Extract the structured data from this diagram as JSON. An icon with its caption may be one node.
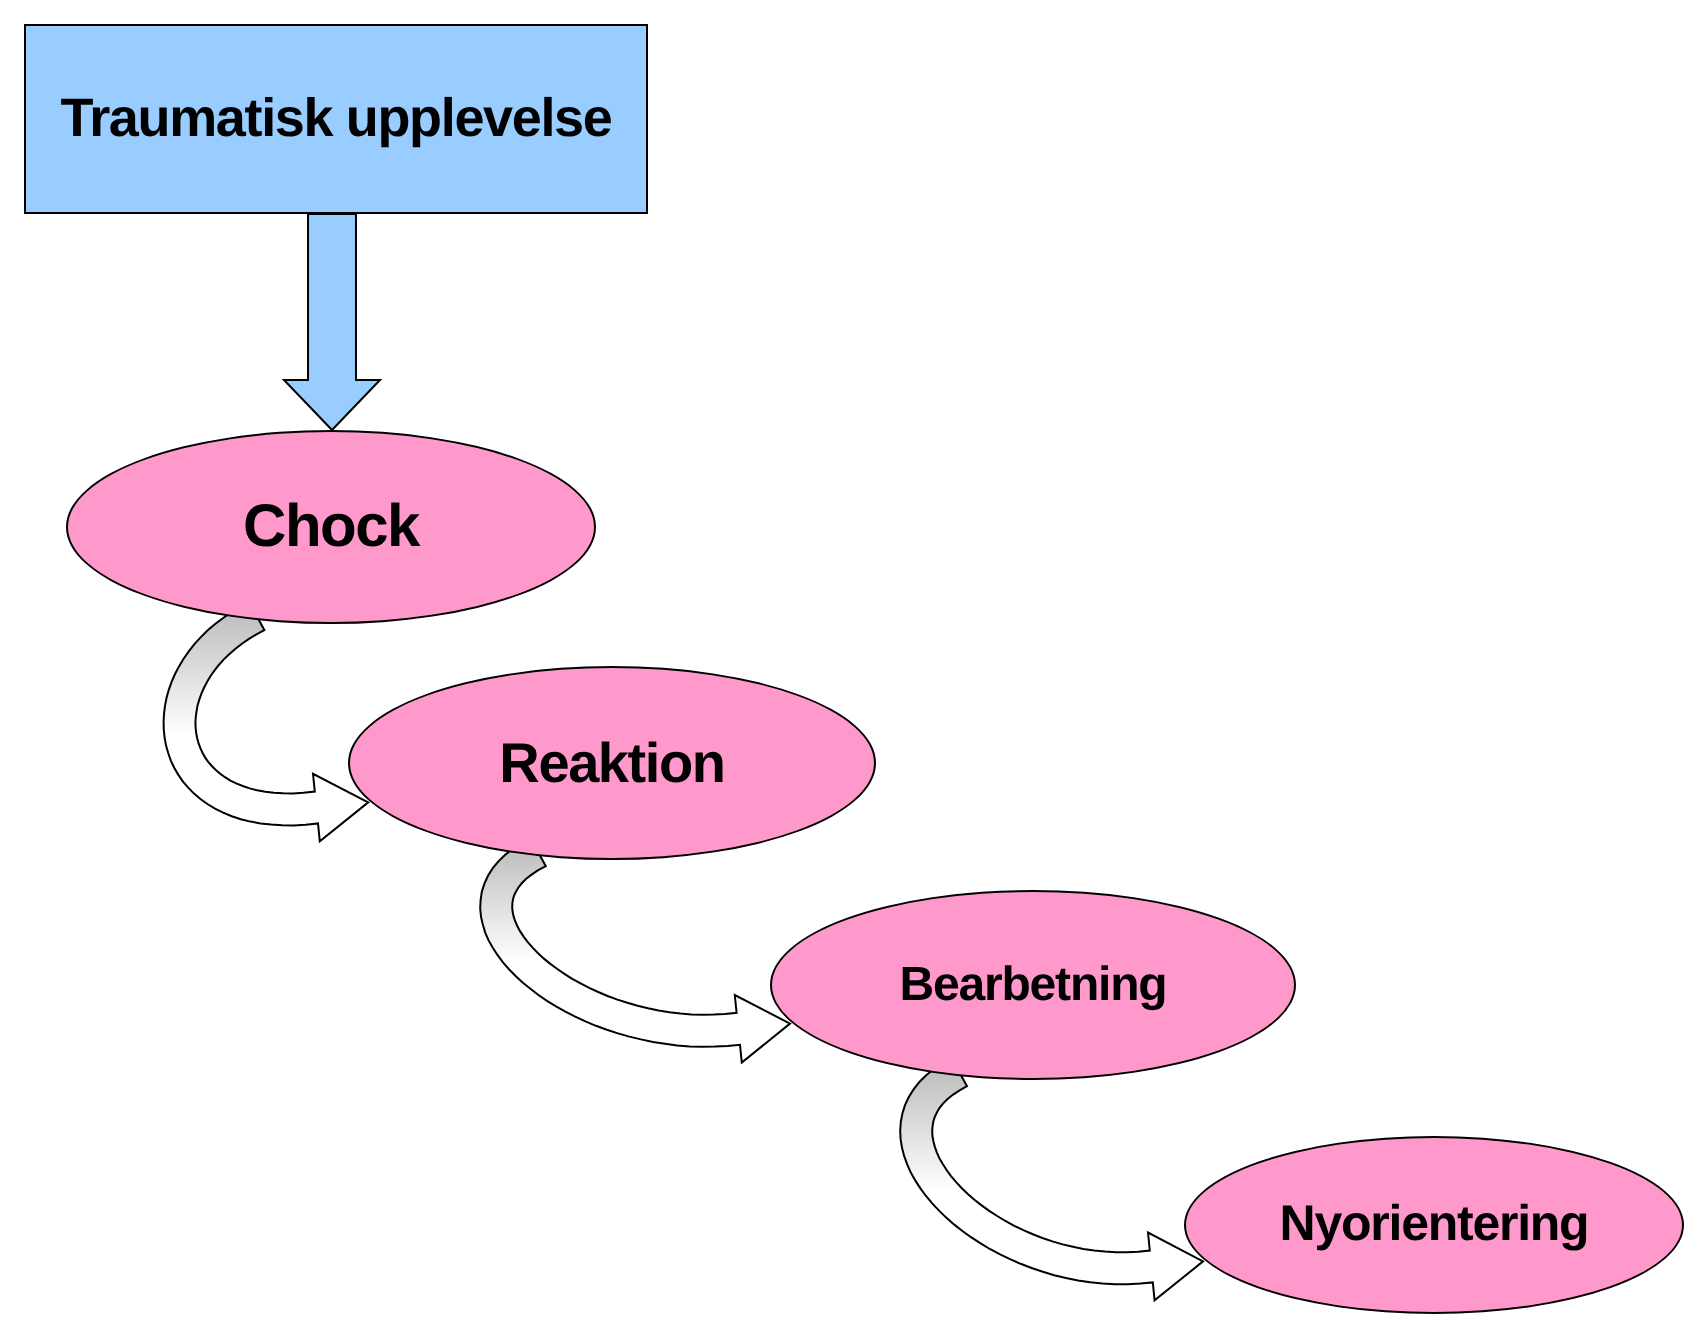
{
  "diagram": {
    "nodes": [
      {
        "text": [
          "Traumatisk upplevelse"
        ]
      },
      {
        "text": [
          "Chock"
        ]
      },
      {
        "text": [
          "Reaktion"
        ]
      },
      {
        "text": [
          "Bearbetning"
        ]
      },
      {
        "text": [
          "Nyorientering"
        ]
      }
    ],
    "edges": [
      {
        "from": 0,
        "to": 1,
        "arrow": "to",
        "color": "#99ccff"
      },
      {
        "from": 1,
        "to": 2,
        "arrow": "to"
      },
      {
        "from": 2,
        "to": 3,
        "arrow": "to"
      },
      {
        "from": 3,
        "to": 4,
        "arrow": "to"
      }
    ]
  }
}
